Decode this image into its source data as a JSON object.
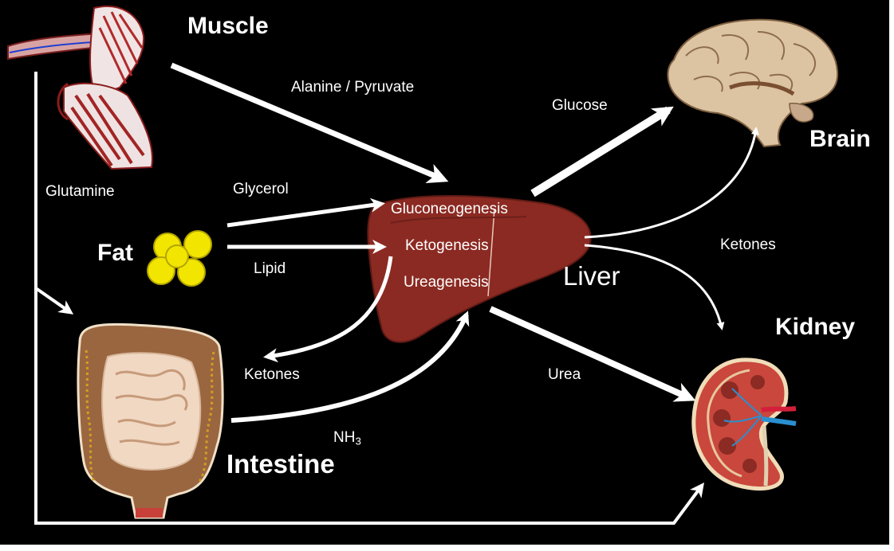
{
  "colors": {
    "background": "#000000",
    "arrow": "#ffffff",
    "liver": "#8b2a22",
    "fat": "#f2e600",
    "text": "#ffffff"
  },
  "organs": {
    "muscle": "Muscle",
    "fat": "Fat",
    "liver": "Liver",
    "brain": "Brain",
    "kidney": "Kidney",
    "intestine": "Intestine"
  },
  "processes": [
    "Gluconeogenesis",
    "Ketogenesis",
    "Ureagenesis"
  ],
  "edges": {
    "alanine_pyruvate": "Alanine / Pyruvate",
    "glutamine": "Glutamine",
    "glycerol": "Glycerol",
    "lipid": "Lipid",
    "glucose": "Glucose",
    "ketones_brain": "Ketones",
    "ketones_fat": "Ketones",
    "urea": "Urea",
    "nh3_main": "NH",
    "nh3_sub": "3"
  },
  "icons": [
    "muscle-icon",
    "fat-icon",
    "liver-icon",
    "brain-icon",
    "kidney-icon",
    "intestine-icon"
  ]
}
